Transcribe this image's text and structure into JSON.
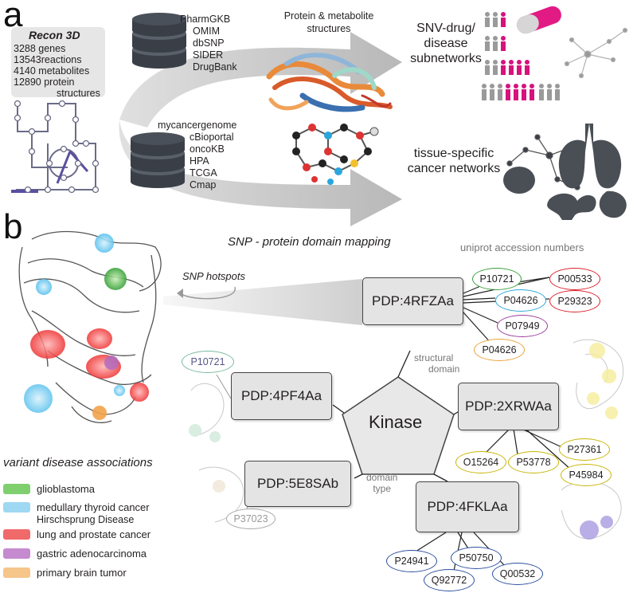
{
  "panel_a": {
    "letter": "a",
    "recon": {
      "title": "Recon 3D",
      "lines": [
        "3288 genes",
        "13543reactions",
        "4140 metabolites",
        "12890 protein",
        "structures"
      ]
    },
    "db_top": [
      "PharmGKB",
      "OMIM",
      "dbSNP",
      "SIDER",
      "DrugBank"
    ],
    "db_bottom": [
      "mycancergenome",
      "cBioportal",
      "oncoKB",
      "HPA",
      "TCGA",
      "Cmap"
    ],
    "structures_title": [
      "Protein & metabolite",
      "structures"
    ],
    "output_top": [
      "SNV-drug/",
      "disease",
      "subnetworks"
    ],
    "output_bottom": [
      "tissue-specific",
      "cancer networks"
    ],
    "colors": {
      "magenta": "#d6127d",
      "gray": "#9a9a9a",
      "db_dark": "#3a3f47",
      "arrow": "#c8c8c8"
    }
  },
  "panel_b": {
    "letter": "b",
    "mapping_title": "SNP - protein domain mapping",
    "hotspots": "SNP hotspots",
    "uniprot_label": "uniprot accession numbers",
    "center": "Kinase",
    "structural_domain": [
      "structural",
      "domain"
    ],
    "domain_type": [
      "domain",
      "type"
    ],
    "pdp": [
      "PDP:4RFZAa",
      "PDP:4PF4Aa",
      "PDP:2XRWAa",
      "PDP:5E8SAb",
      "PDP:4FKLAa"
    ],
    "uniprot": {
      "rfza": [
        {
          "id": "P10721",
          "color": "#3aa13a"
        },
        {
          "id": "P00533",
          "color": "#d9202a"
        },
        {
          "id": "P04626",
          "color": "#2aa6dd"
        },
        {
          "id": "P29323",
          "color": "#d9202a"
        },
        {
          "id": "P07949",
          "color": "#9b3a9c"
        },
        {
          "id": "P04626",
          "color": "#e8a33a"
        }
      ],
      "pf4a": [
        {
          "id": "P10721",
          "color": "#79b99b"
        }
      ],
      "xrwa": [
        {
          "id": "P27361",
          "color": "#c9b400"
        },
        {
          "id": "O15264",
          "color": "#c9b400"
        },
        {
          "id": "P53778",
          "color": "#c9b400"
        },
        {
          "id": "P45984",
          "color": "#c9b400"
        }
      ],
      "e8sa": [
        {
          "id": "P37023",
          "color": "#a8a8a8"
        }
      ],
      "fkla": [
        {
          "id": "P24941",
          "color": "#2b4fa0"
        },
        {
          "id": "P50750",
          "color": "#2b4fa0"
        },
        {
          "id": "Q92772",
          "color": "#2b4fa0"
        },
        {
          "id": "Q00532",
          "color": "#2b4fa0"
        }
      ]
    },
    "legend_title": "variant disease associations",
    "legend": [
      {
        "label": "glioblastoma",
        "color": "#7fcf6f"
      },
      {
        "label": "medullary thyroid cancer",
        "label2": "Hirschsprung Disease",
        "color": "#9fd8f2"
      },
      {
        "label": "lung and prostate cancer",
        "color": "#f06a6a"
      },
      {
        "label": "gastric adenocarcinoma",
        "color": "#c58ad0"
      },
      {
        "label": "primary brain tumor",
        "color": "#f6c58a"
      }
    ]
  }
}
